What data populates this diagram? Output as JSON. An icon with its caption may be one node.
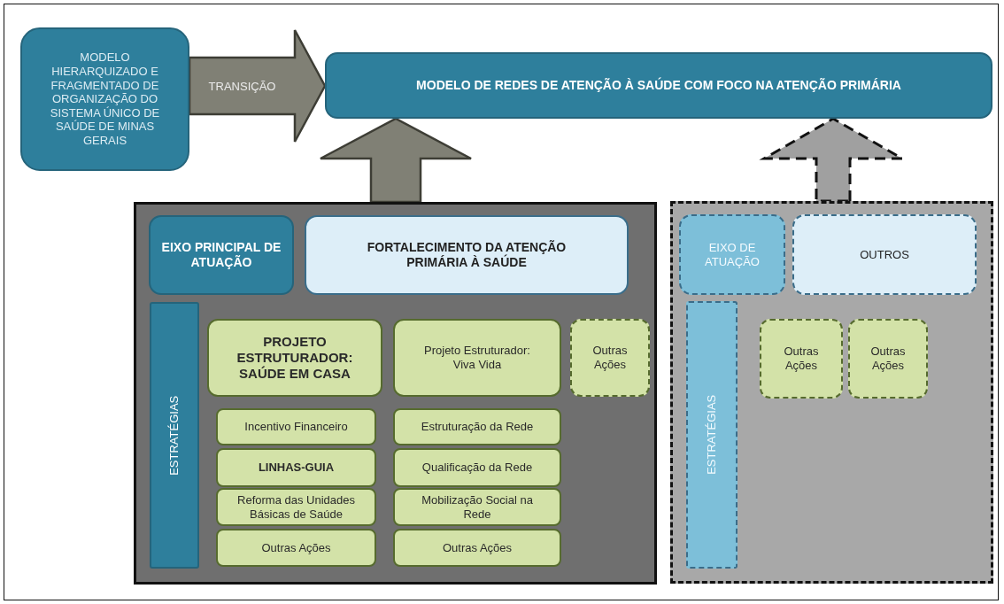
{
  "diagram": {
    "nodes": [
      {
        "text": [
          "MODELO HIERARQUIZADO E FRAGMENTADO DE ORGANIZAÇÃO DO SISTEMA ÚNICO DE SAÚDE DE MINAS GERAIS"
        ]
      },
      {
        "text": [
          "MODELO DE REDES DE ATENÇÃO À SAÚDE COM FOCO NA ATENÇÃO PRIMÁRIA"
        ]
      },
      {
        "text": [],
        "shape": "box"
      },
      {
        "text": [
          "EIXO PRINCIPAL DE ATUAÇÃO"
        ],
        "in": 2
      },
      {
        "text": [
          "FORTALECIMENTO DA ATENÇÃO PRIMÁRIA À SAÚDE"
        ],
        "in": 2
      },
      {
        "text": [
          "ESTRATÉGIAS"
        ],
        "in": 2
      },
      {
        "text": [
          "PROJETO ESTRUTURADOR: SAÚDE EM CASA"
        ],
        "in": 2
      },
      {
        "text": [
          "Projeto Estruturador: Viva Vida"
        ],
        "in": 2
      },
      {
        "text": [
          "Outras Ações"
        ],
        "in": 2
      },
      {
        "text": [
          "Incentivo Financeiro"
        ],
        "in": 2
      },
      {
        "text": [
          "LINHAS-GUIA"
        ],
        "in": 2
      },
      {
        "text": [
          "Reforma das Unidades Básicas de Saúde"
        ],
        "in": 2
      },
      {
        "text": [
          "Outras Ações"
        ],
        "in": 2
      },
      {
        "text": [
          "Estruturação da Rede"
        ],
        "in": 2
      },
      {
        "text": [
          "Qualificação da Rede"
        ],
        "in": 2
      },
      {
        "text": [
          "Mobilização Social na Rede"
        ],
        "in": 2
      },
      {
        "text": [
          "Outras Ações"
        ],
        "in": 2
      },
      {
        "text": [],
        "shape": "box"
      },
      {
        "text": [
          "EIXO DE ATUAÇÃO"
        ],
        "in": 17
      },
      {
        "text": [
          "OUTROS"
        ],
        "in": 17
      },
      {
        "text": [
          "ESTRATÉGIAS"
        ],
        "in": 17
      },
      {
        "text": [
          "Outras Ações"
        ],
        "in": 17
      },
      {
        "text": [
          "Outras Ações"
        ],
        "in": 17
      }
    ],
    "edges": [
      {
        "from": 0,
        "to": 1,
        "arrow": "to",
        "label": "TRANSIÇÃO",
        "style": "thick"
      },
      {
        "from": 2,
        "to": 1,
        "arrow": "to",
        "style": "thick"
      },
      {
        "from": 17,
        "to": 1,
        "arrow": "to",
        "style": "dashed"
      }
    ]
  }
}
